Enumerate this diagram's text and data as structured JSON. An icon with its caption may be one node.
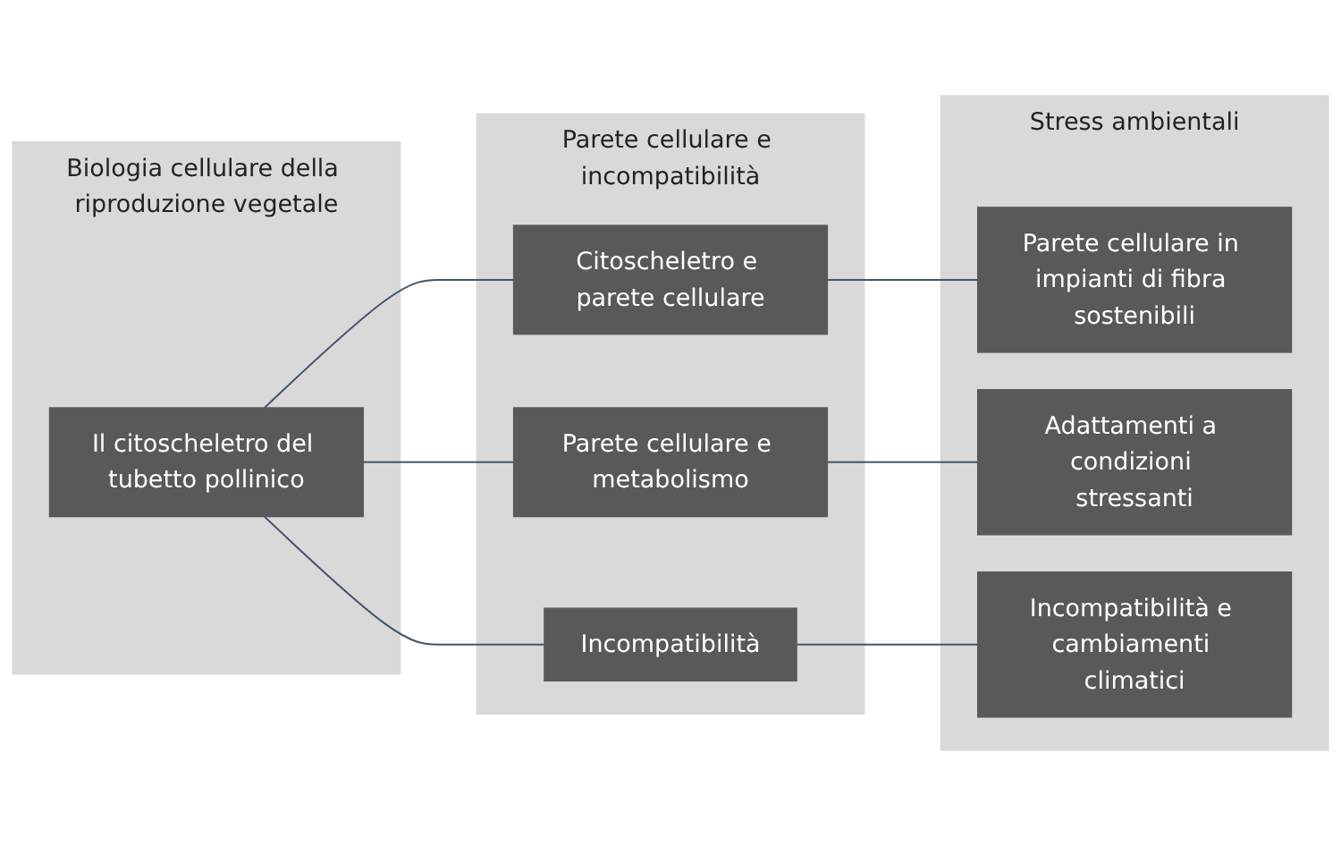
{
  "diagram": {
    "nodes": [
      {
        "text": [
          "Biologia cellulare della riproduzione vegetale"
        ]
      },
      {
        "text": [
          "Il citoscheletro del tubetto pollinico"
        ],
        "in": 0
      },
      {
        "text": [
          "Parete cellulare e incompatibilità"
        ]
      },
      {
        "text": [
          "Citoscheletro e parete cellulare"
        ],
        "in": 2
      },
      {
        "text": [
          "Parete cellulare e metabolismo"
        ],
        "in": 2
      },
      {
        "text": [
          "Incompatibilità"
        ],
        "in": 2
      },
      {
        "text": [
          "Stress ambientali"
        ]
      },
      {
        "text": [
          "Parete cellulare in impianti di fibra sostenibili"
        ],
        "in": 6
      },
      {
        "text": [
          "Adattamenti a condizioni stressanti"
        ],
        "in": 6
      },
      {
        "text": [
          "Incompatibilità e cambiamenti climatici"
        ],
        "in": 6
      }
    ],
    "edges": [
      {
        "from": 1,
        "to": 3,
        "arrow": "none"
      },
      {
        "from": 1,
        "to": 4,
        "arrow": "none"
      },
      {
        "from": 1,
        "to": 5,
        "arrow": "none"
      },
      {
        "from": 3,
        "to": 7,
        "arrow": "none"
      },
      {
        "from": 4,
        "to": 8,
        "arrow": "none"
      },
      {
        "from": 5,
        "to": 9,
        "arrow": "none"
      }
    ]
  }
}
